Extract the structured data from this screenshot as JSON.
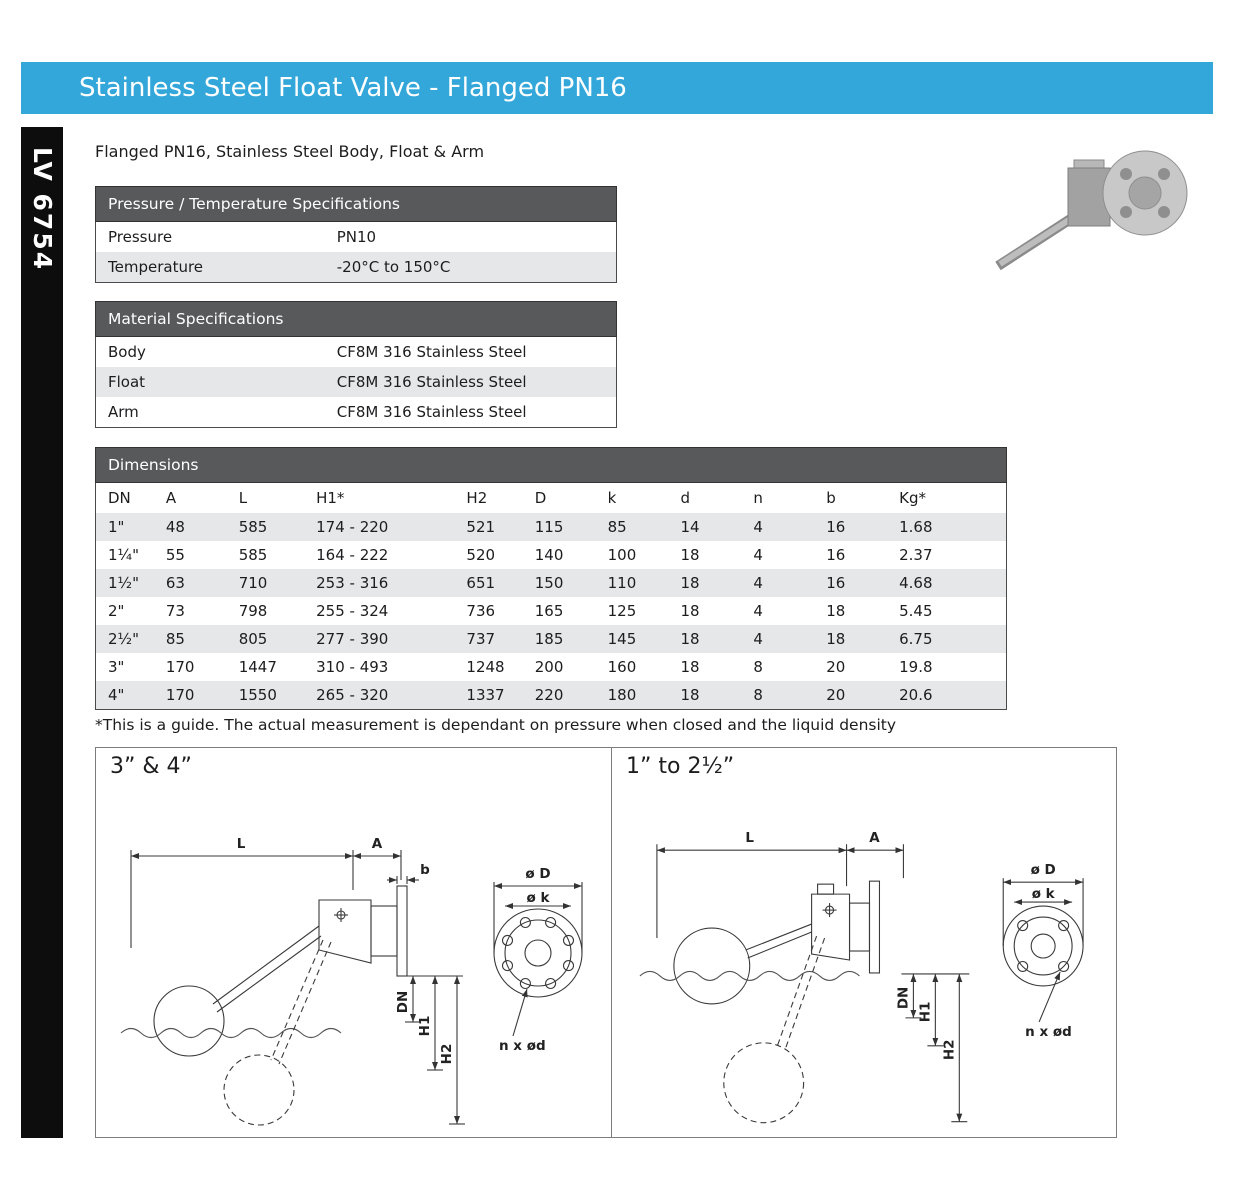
{
  "page": {
    "model": "LV 6754",
    "title": "Stainless Steel Float Valve - Flanged PN16",
    "subtitle": "Flanged PN16, Stainless Steel Body, Float & Arm"
  },
  "colors": {
    "accent_blue": "#34a7da",
    "section_header_gray": "#58595b",
    "row_alt_gray": "#e6e7e8",
    "sidebar_black": "#0d0d0d"
  },
  "pressure_temp": {
    "header": "Pressure / Temperature Specifications",
    "rows": [
      {
        "label": "Pressure",
        "value": "PN10"
      },
      {
        "label": "Temperature",
        "value": "-20°C to 150°C"
      }
    ]
  },
  "material": {
    "header": "Material Specifications",
    "rows": [
      {
        "label": "Body",
        "value": "CF8M 316 Stainless Steel"
      },
      {
        "label": "Float",
        "value": "CF8M 316 Stainless Steel"
      },
      {
        "label": "Arm",
        "value": "CF8M 316 Stainless Steel"
      }
    ]
  },
  "dimensions": {
    "header": "Dimensions",
    "columns": [
      "DN",
      "A",
      "L",
      "H1*",
      "H2",
      "D",
      "k",
      "d",
      "n",
      "b",
      "Kg*"
    ],
    "rows": [
      [
        "1\"",
        "48",
        "585",
        "174 - 220",
        "521",
        "115",
        "85",
        "14",
        "4",
        "16",
        "1.68"
      ],
      [
        "1¼\"",
        "55",
        "585",
        "164 - 222",
        "520",
        "140",
        "100",
        "18",
        "4",
        "16",
        "2.37"
      ],
      [
        "1½\"",
        "63",
        "710",
        "253 - 316",
        "651",
        "150",
        "110",
        "18",
        "4",
        "16",
        "4.68"
      ],
      [
        "2\"",
        "73",
        "798",
        "255 - 324",
        "736",
        "165",
        "125",
        "18",
        "4",
        "18",
        "5.45"
      ],
      [
        "2½\"",
        "85",
        "805",
        "277 - 390",
        "737",
        "185",
        "145",
        "18",
        "4",
        "18",
        "6.75"
      ],
      [
        "3\"",
        "170",
        "1447",
        "310 - 493",
        "1248",
        "200",
        "160",
        "18",
        "8",
        "20",
        "19.8"
      ],
      [
        "4\"",
        "170",
        "1550",
        "265 - 320",
        "1337",
        "220",
        "180",
        "18",
        "8",
        "20",
        "20.6"
      ]
    ],
    "footnote": "*This is a guide. The actual measurement is dependant on pressure when closed and the liquid density"
  },
  "drawings": {
    "left_title": "3” & 4”",
    "right_title": "1” to 2½”",
    "labels": {
      "L": "L",
      "A": "A",
      "b": "b",
      "DN": "DN",
      "H1": "H1",
      "H2": "H2",
      "oD": "ø D",
      "ok": "ø k",
      "nxod": "n x ød"
    }
  }
}
